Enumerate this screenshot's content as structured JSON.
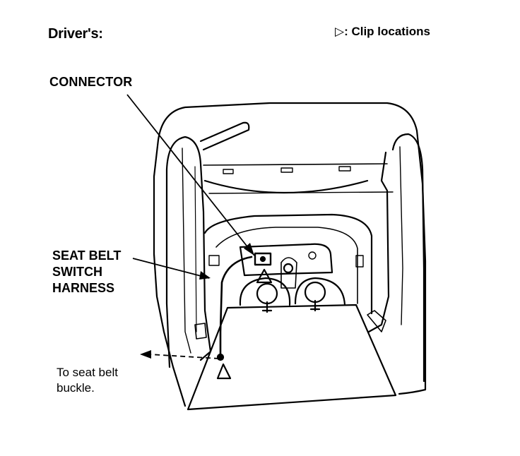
{
  "title": "Driver's:",
  "legend": {
    "symbol": "▷",
    "text": ": Clip locations"
  },
  "callouts": {
    "connector": "CONNECTOR",
    "harness": [
      "SEAT BELT",
      "SWITCH",
      "HARNESS"
    ],
    "buckle": [
      "To seat belt",
      "buckle."
    ]
  }
}
